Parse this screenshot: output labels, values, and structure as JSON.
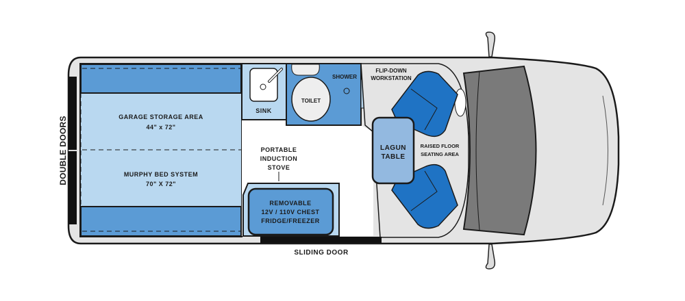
{
  "labels": {
    "double_doors": "DOUBLE DOORS",
    "garage_storage": "GARAGE STORAGE AREA",
    "garage_dims": "44\" x 72\"",
    "murphy_bed": "MURPHY BED SYSTEM",
    "murphy_dims": "70\" X 72\"",
    "sink": "SINK",
    "toilet": "TOILET",
    "shower": "SHOWER",
    "flip_down_1": "FLIP-DOWN",
    "flip_down_2": "WORKSTATION",
    "stove_1": "PORTABLE",
    "stove_2": "INDUCTION",
    "stove_3": "STOVE",
    "fridge_1": "REMOVABLE",
    "fridge_2": "12V / 110V CHEST",
    "fridge_3": "FRIDGE/FREEZER",
    "table_1": "LAGUN",
    "table_2": "TABLE",
    "raised_1": "RAISED FLOOR",
    "raised_2": "SEATING AREA",
    "sliding_door": "SLIDING DOOR"
  },
  "colors": {
    "dark_blue": "#5b9bd5",
    "light_blue": "#b9d8f0",
    "seat_blue": "#1f73c4",
    "table_blue": "#93b9e0",
    "body_gray": "#e4e4e4",
    "glass_gray": "#7a7a7a"
  }
}
